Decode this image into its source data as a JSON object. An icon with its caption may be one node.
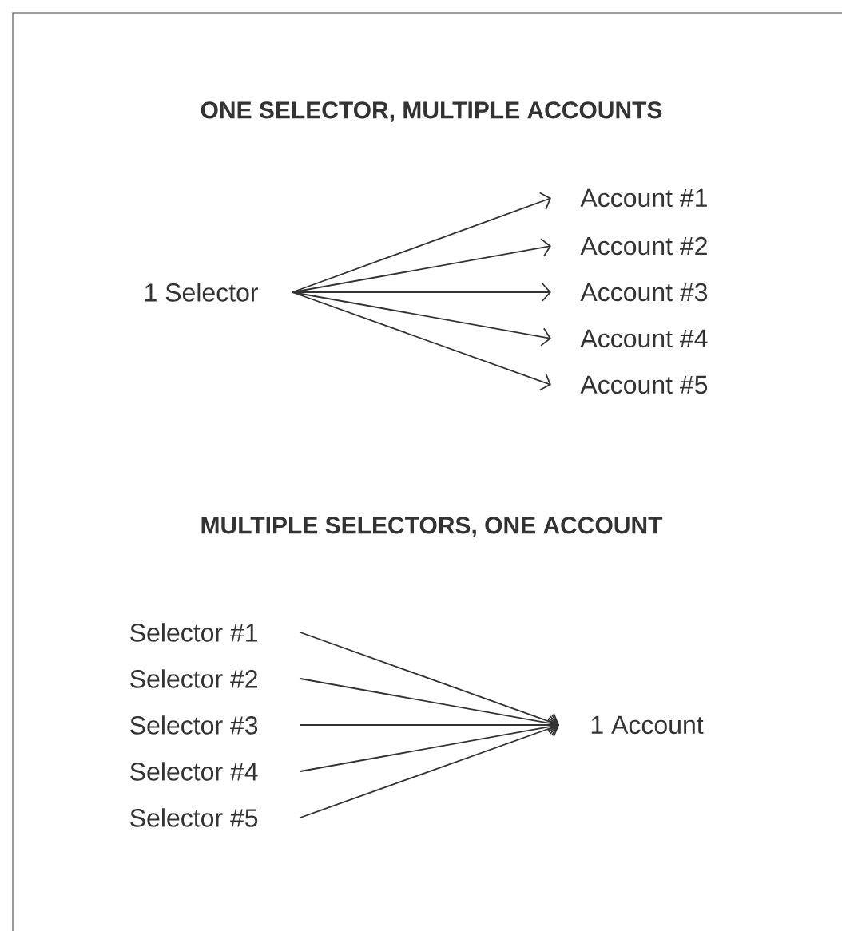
{
  "diagram": {
    "nodes": [
      {
        "text": [
          "1 Selector"
        ]
      },
      {
        "text": [
          "Account #1"
        ]
      },
      {
        "text": [
          "Account #2"
        ]
      },
      {
        "text": [
          "Account #3"
        ]
      },
      {
        "text": [
          "Account #4"
        ]
      },
      {
        "text": [
          "Account #5"
        ]
      },
      {
        "text": [
          "Selector #1"
        ]
      },
      {
        "text": [
          "Selector #2"
        ]
      },
      {
        "text": [
          "Selector #3"
        ]
      },
      {
        "text": [
          "Selector #4"
        ]
      },
      {
        "text": [
          "Selector #5"
        ]
      },
      {
        "text": [
          "1 Account"
        ]
      }
    ],
    "edges": [
      {
        "from": 0,
        "to": 1,
        "arrow": "to"
      },
      {
        "from": 0,
        "to": 2,
        "arrow": "to"
      },
      {
        "from": 0,
        "to": 3,
        "arrow": "to"
      },
      {
        "from": 0,
        "to": 4,
        "arrow": "to"
      },
      {
        "from": 0,
        "to": 5,
        "arrow": "to"
      },
      {
        "from": 6,
        "to": 11,
        "arrow": "to"
      },
      {
        "from": 7,
        "to": 11,
        "arrow": "to"
      },
      {
        "from": 8,
        "to": 11,
        "arrow": "to"
      },
      {
        "from": 9,
        "to": 11,
        "arrow": "to"
      },
      {
        "from": 10,
        "to": 11,
        "arrow": "to"
      }
    ],
    "labels": [
      "ONE SELECTOR, MULTIPLE ACCOUNTS",
      "MULTIPLE SELECTORS, ONE ACCOUNT"
    ]
  }
}
